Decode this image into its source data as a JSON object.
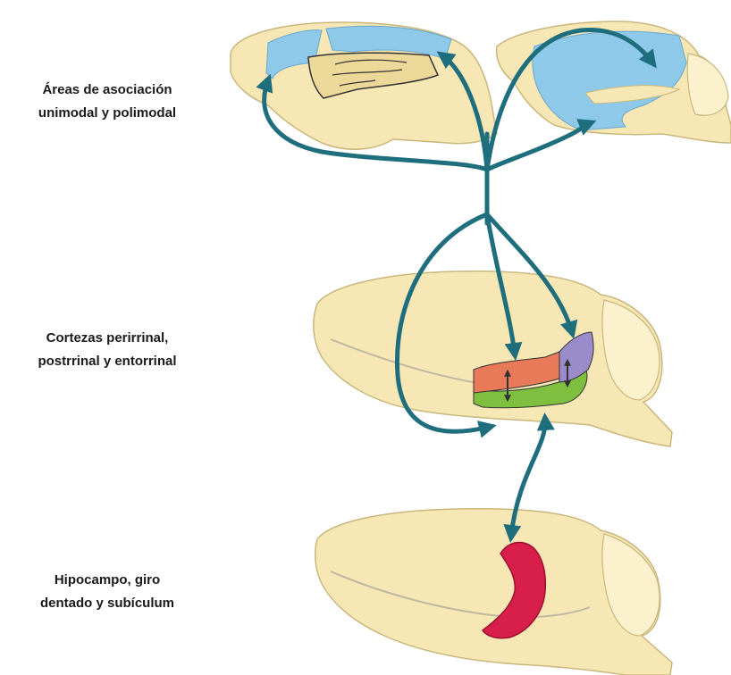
{
  "labels": {
    "association": {
      "line1": "Áreas de asociación",
      "line2": "unimodal y polimodal"
    },
    "cortices": {
      "line1": "Cortezas perirrinal,",
      "line2": "postrrinal y entorrinal"
    },
    "hippocampus": {
      "line1": "Hipocampo, giro",
      "line2": "dentado y subículum"
    }
  },
  "colors": {
    "brain_fill": "#f6e7b4",
    "brain_stroke": "#c9b77d",
    "association_areas": "#8ec9ea",
    "arrow": "#1e6e7e",
    "perirhinal": "#e87a5a",
    "postrhinal": "#9a8ccb",
    "entorhinal": "#7fbf3f",
    "hippocampus": "#d81e4a"
  }
}
